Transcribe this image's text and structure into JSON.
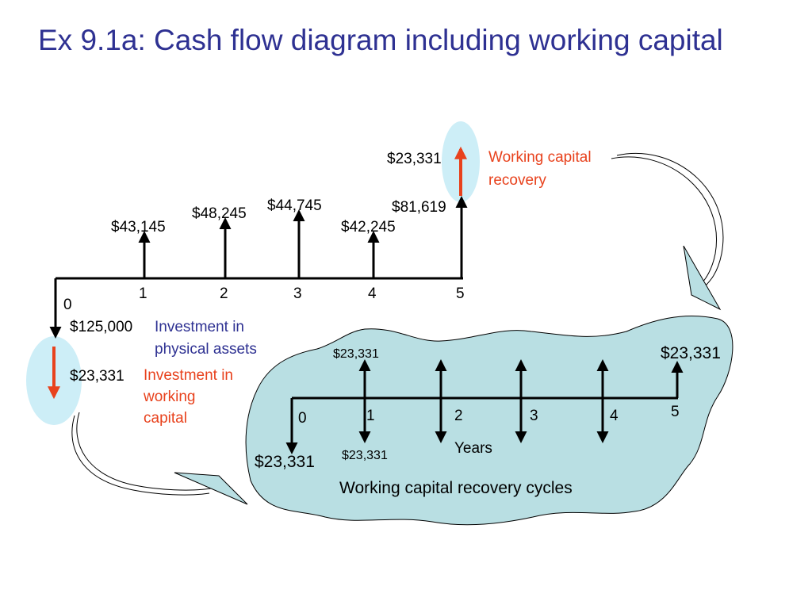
{
  "title": "Ex 9.1a: Cash flow diagram including working capital",
  "colors": {
    "title": "#2e3192",
    "red_text": "#e8421d",
    "red_arrow": "#e8421d",
    "highlight": "#cdeef7",
    "cloud_fill": "#b9dfe3",
    "blue_text": "#2e3192"
  },
  "main_timeline": {
    "periods": [
      "0",
      "1",
      "2",
      "3",
      "4",
      "5"
    ],
    "inflows": [
      "$43,145",
      "$48,245",
      "$44,745",
      "$42,245",
      "$81,619"
    ],
    "recovery_amount": "$23,331",
    "recovery_label_1": "Working capital",
    "recovery_label_2": "recovery",
    "investment_amount": "$125,000",
    "investment_label_1": "Investment in",
    "investment_label_2": "physical assets",
    "wc_investment_amount": "$23,331",
    "wc_label_1": "Investment in",
    "wc_label_2": "working",
    "wc_label_3": "capital"
  },
  "cycles": {
    "periods": [
      "0",
      "1",
      "2",
      "3",
      "4",
      "5"
    ],
    "top_left_amount": "$23,331",
    "top_right_amount": "$23,331",
    "bottom_left_amount": "$23,331",
    "bottom_second_amount": "$23,331",
    "axis_label": "Years",
    "caption": "Working capital recovery cycles"
  }
}
